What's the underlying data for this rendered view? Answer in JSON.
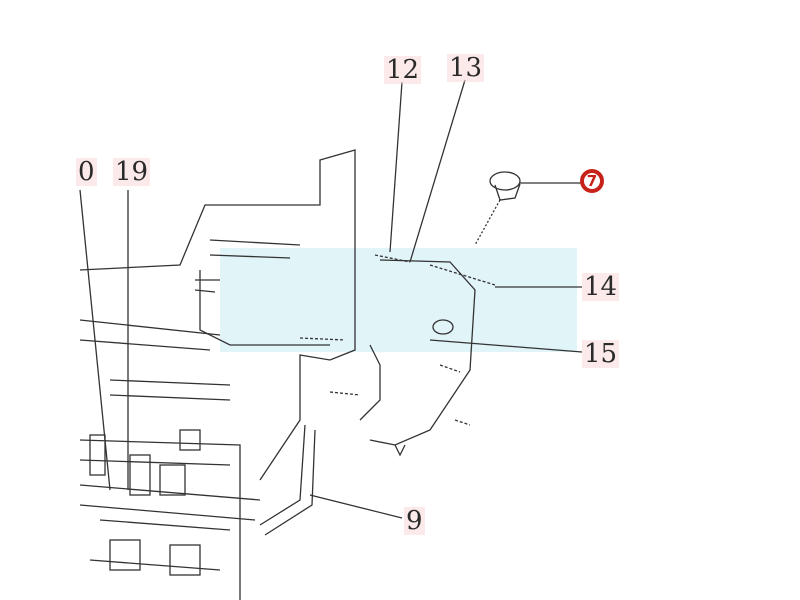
{
  "diagram": {
    "callouts": [
      "12",
      "13",
      "0",
      "19",
      "14",
      "15",
      "9"
    ],
    "highlighted_callout": "7",
    "highlight_color": "#c8231b",
    "label_bg_color": "#fad7d7",
    "region_color": "#d7f0f5"
  }
}
